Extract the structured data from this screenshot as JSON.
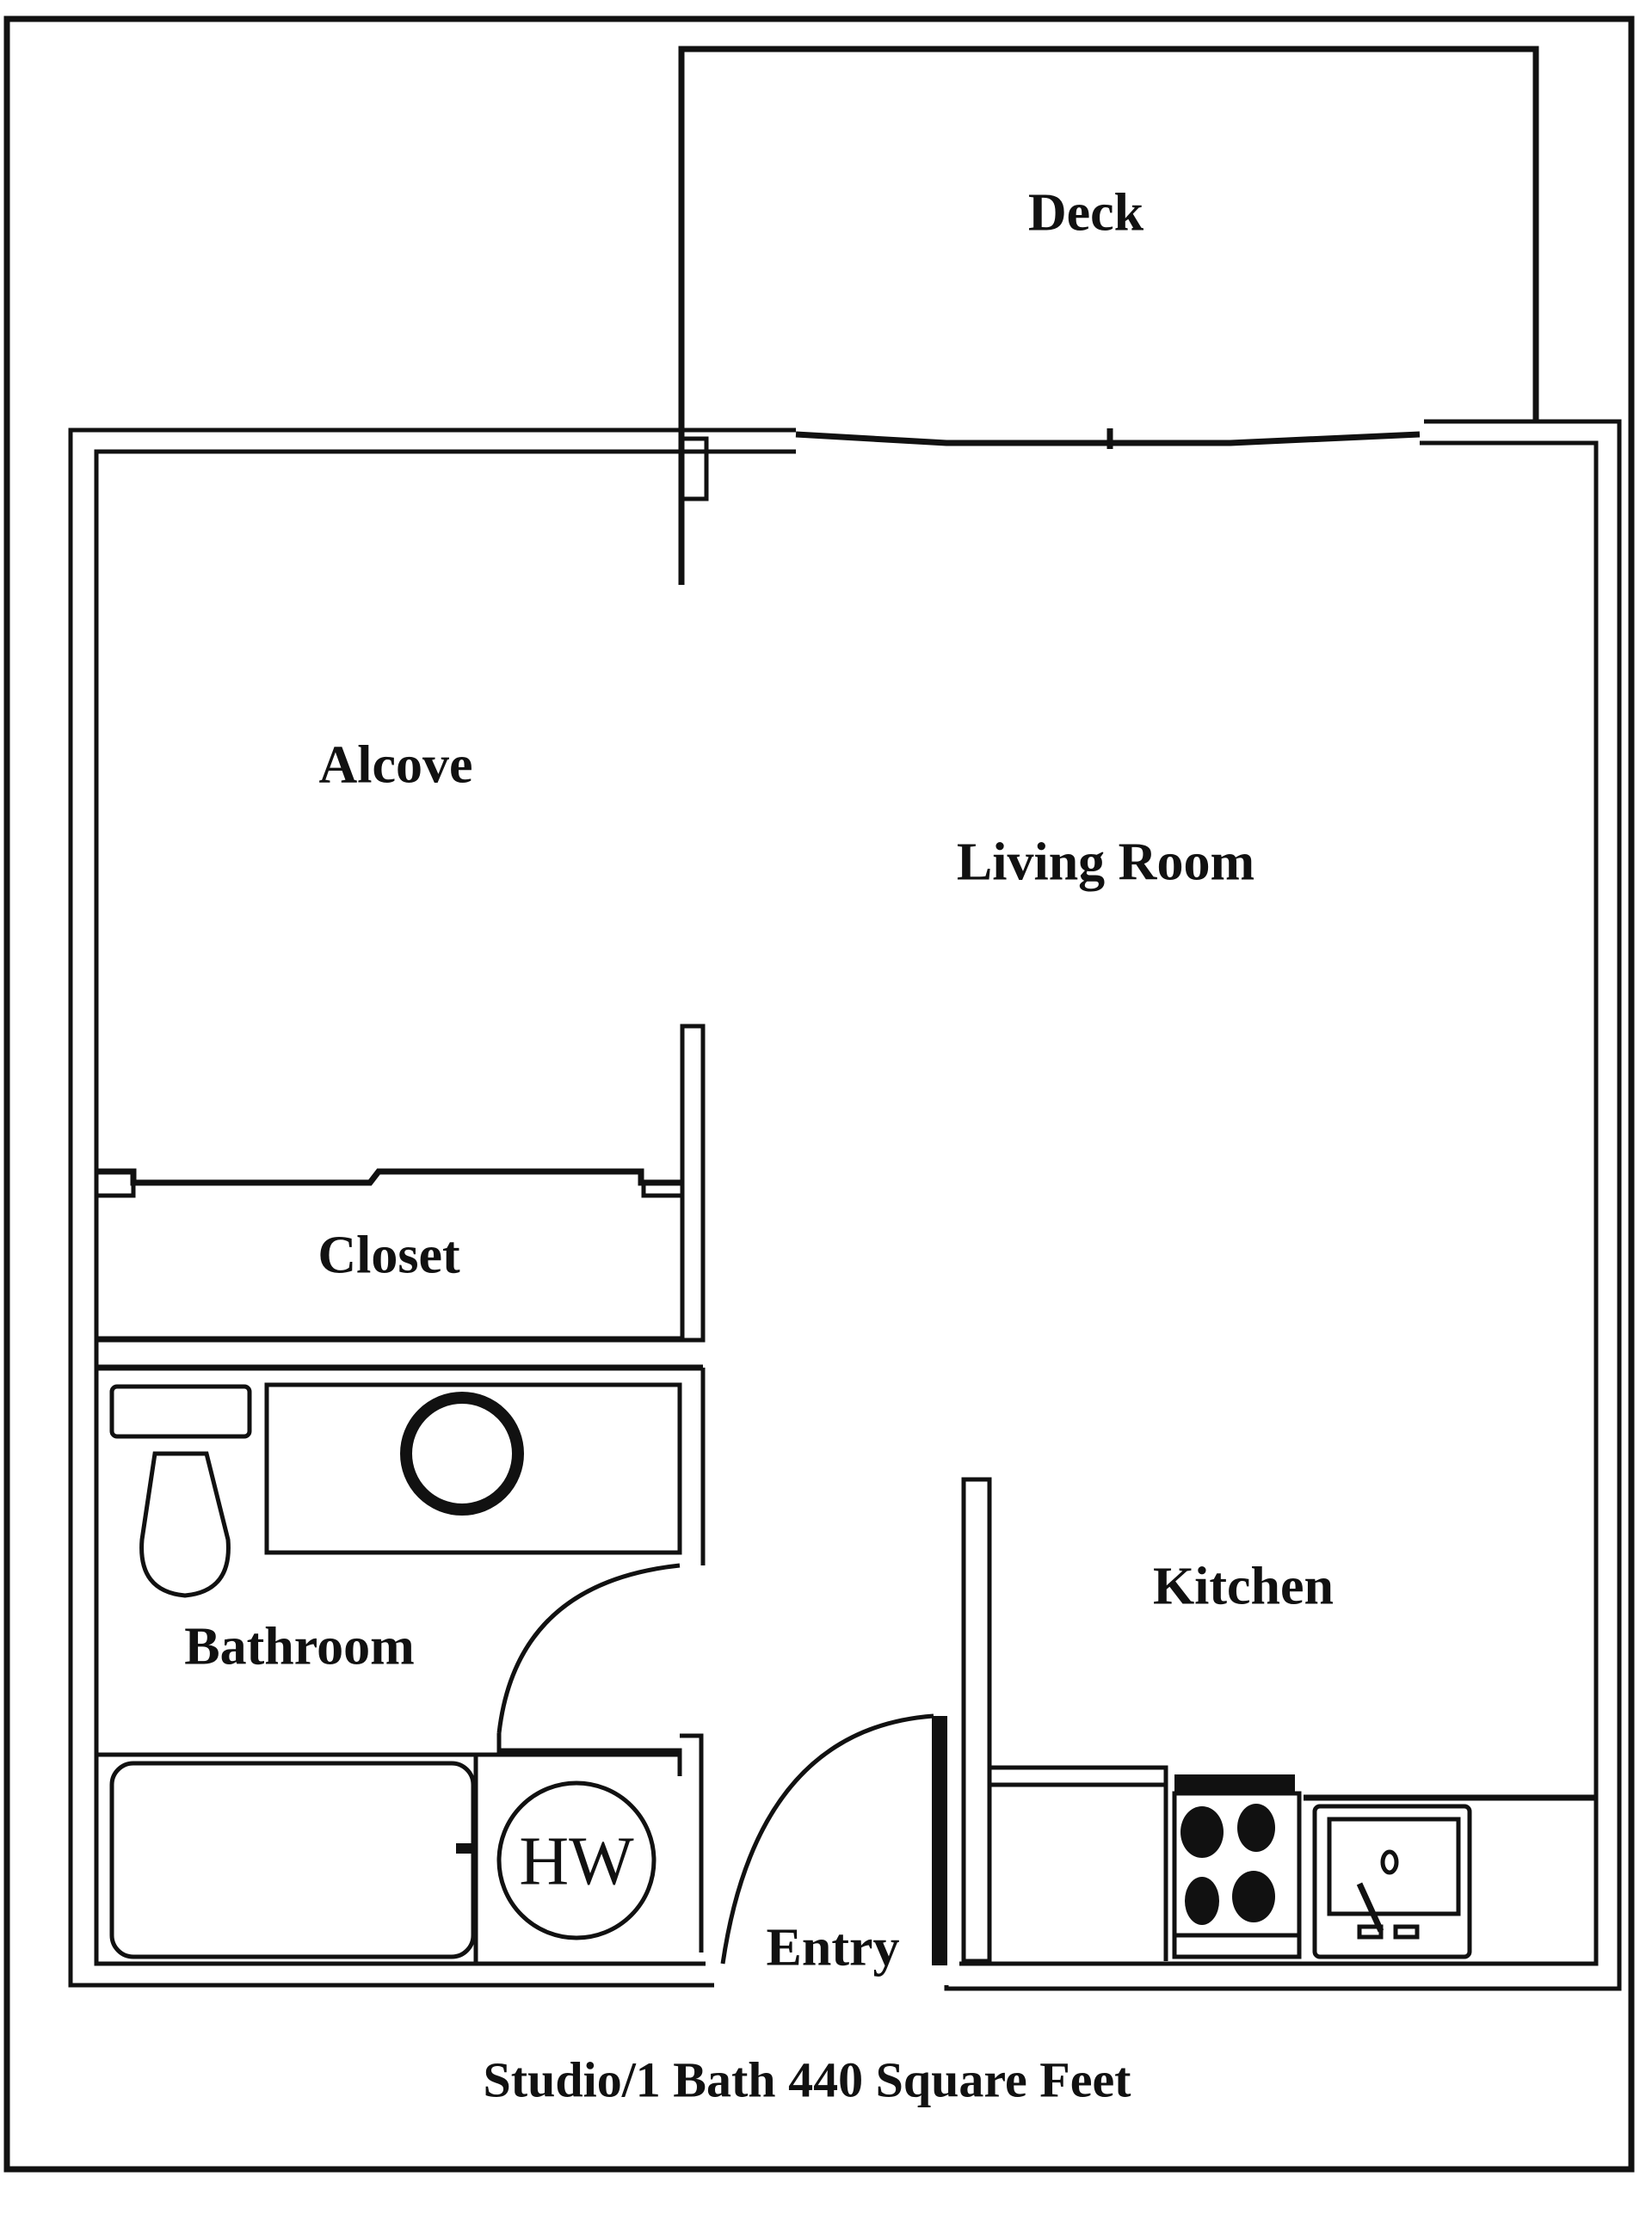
{
  "plan": {
    "rooms": {
      "deck": "Deck",
      "alcove": "Alcove",
      "living_room": "Living Room",
      "closet": "Closet",
      "bathroom": "Bathroom",
      "kitchen": "Kitchen",
      "entry": "Entry"
    },
    "fixtures": {
      "water_heater": "HW"
    },
    "caption": "Studio/1 Bath 440 Square Feet",
    "colors": {
      "ink": "#111111",
      "background": "#ffffff"
    }
  }
}
